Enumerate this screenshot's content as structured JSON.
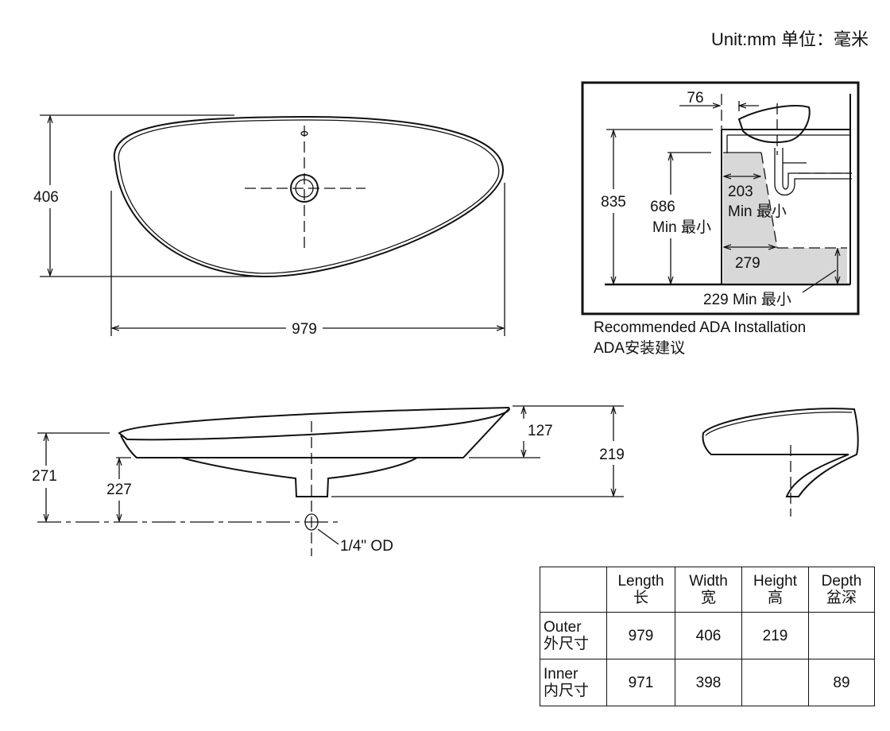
{
  "unit_label": "Unit:mm 单位：毫米",
  "top_view": {
    "width": "979",
    "depth": "406"
  },
  "ada": {
    "dim_76": "76",
    "dim_835": "835",
    "dim_686": "686",
    "min_686": "Min 最小",
    "dim_203": "203",
    "min_203": "Min 最小",
    "dim_279": "279",
    "dim_229": "229 Min 最小",
    "caption_en": "Recommended ADA Installation",
    "caption_cn": "ADA安装建议"
  },
  "side_view": {
    "dim_127": "127",
    "dim_219": "219",
    "dim_271": "271",
    "dim_227": "227",
    "supply": "1/4\" OD"
  },
  "table": {
    "headers": [
      {
        "en": "Length",
        "cn": "长"
      },
      {
        "en": "Width",
        "cn": "宽"
      },
      {
        "en": "Height",
        "cn": "高"
      },
      {
        "en": "Depth",
        "cn": "盆深"
      }
    ],
    "rows": [
      {
        "en": "Outer",
        "cn": "外尺寸",
        "values": [
          "979",
          "406",
          "219",
          ""
        ]
      },
      {
        "en": "Inner",
        "cn": "内尺寸",
        "values": [
          "971",
          "398",
          "",
          "89"
        ]
      }
    ]
  }
}
